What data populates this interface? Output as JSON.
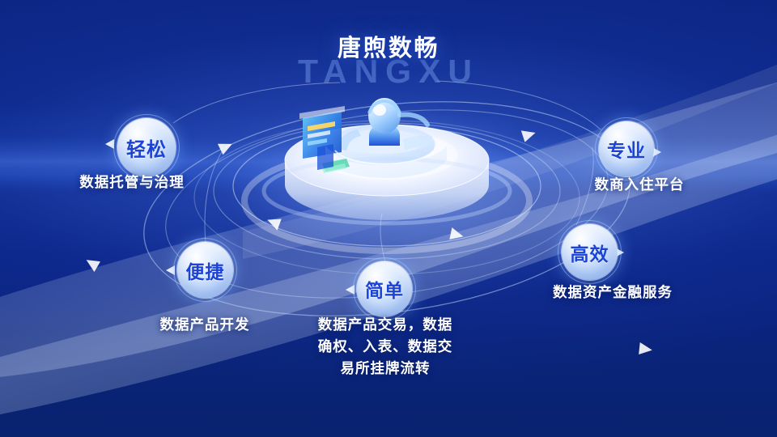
{
  "header": {
    "title": "唐煦数畅",
    "watermark": "TANGXU"
  },
  "colors": {
    "background_deep": "#0a2486",
    "background_mid": "#1b44b2",
    "badge_text": "#1b43d8",
    "caption_text": "#ffffff",
    "ring_stroke": "#aec6f2",
    "watermark_text": "#789eee"
  },
  "center_illustration": {
    "name": "3d-data-platform-illustration",
    "elements": [
      "glass-cylinder-podium",
      "person-avatar-with-headset",
      "curved-glass-panels",
      "data-screen-panel",
      "orbit-rings",
      "orbit-arrows"
    ]
  },
  "orbits": {
    "arrow_count": 6,
    "ring_count": 5
  },
  "nodes": [
    {
      "id": "qingsong",
      "badge": "轻松",
      "caption": "数据托管与治理",
      "caption_lines": [
        "数据托管与治理"
      ]
    },
    {
      "id": "zhuanye",
      "badge": "专业",
      "caption": "数商入住平台",
      "caption_lines": [
        "数商入住平台"
      ]
    },
    {
      "id": "bianjie",
      "badge": "便捷",
      "caption": "数据产品开发",
      "caption_lines": [
        "数据产品开发"
      ]
    },
    {
      "id": "gaoxiao",
      "badge": "高效",
      "caption": "数据资产金融服务",
      "caption_lines": [
        "数据资产金融服务"
      ]
    },
    {
      "id": "jiandan",
      "badge": "简单",
      "caption": "数据产品交易，数据确权、入表、数据交易所挂牌流转",
      "caption_lines": [
        "数据产品交易，数据",
        "确权、入表、数据交",
        "易所挂牌流转"
      ]
    }
  ]
}
